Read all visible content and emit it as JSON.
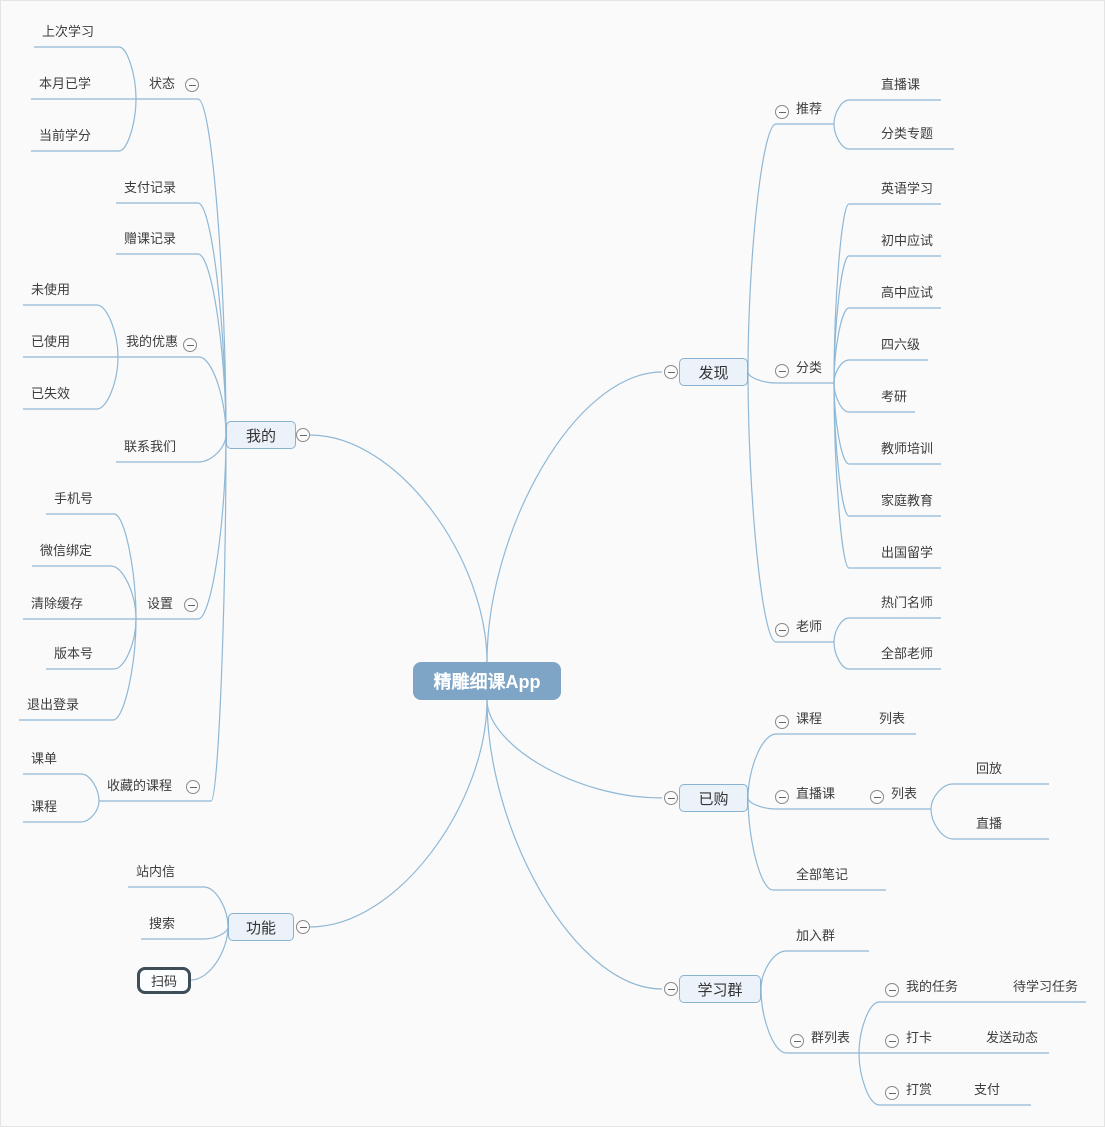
{
  "app": {
    "central_topic": "精雕细课App",
    "colors": {
      "canvas_bg": "#fafafa",
      "connector_line": "#8fb8d6",
      "central_bg": "#7ea5c5",
      "central_text": "#ffffff",
      "branch_box_bg": "#ebf2f9",
      "branch_box_border": "#88b2d0",
      "selected_node_border": "#3e4e59",
      "topic_text": "#3d3d3d"
    },
    "icons": {
      "collapse": "minus-circle-icon"
    }
  },
  "mindmap": {
    "nodes": [
      {
        "id": "root",
        "label": "精雕细课App",
        "kind": "central"
      },
      {
        "id": "mine",
        "label": "我的",
        "kind": "box",
        "parent": "root",
        "minus": true
      },
      {
        "id": "status",
        "label": "状态",
        "parent": "mine",
        "minus": true
      },
      {
        "id": "last-study",
        "label": "上次学习",
        "parent": "status"
      },
      {
        "id": "month-learned",
        "label": "本月已学",
        "parent": "status"
      },
      {
        "id": "current-credits",
        "label": "当前学分",
        "parent": "status"
      },
      {
        "id": "payment-records",
        "label": "支付记录",
        "parent": "mine"
      },
      {
        "id": "gift-records",
        "label": "赠课记录",
        "parent": "mine"
      },
      {
        "id": "my-coupons",
        "label": "我的优惠",
        "parent": "mine",
        "minus": true
      },
      {
        "id": "unused",
        "label": "未使用",
        "parent": "my-coupons"
      },
      {
        "id": "used",
        "label": "已使用",
        "parent": "my-coupons"
      },
      {
        "id": "expired",
        "label": "已失效",
        "parent": "my-coupons"
      },
      {
        "id": "contact-us",
        "label": "联系我们",
        "parent": "mine"
      },
      {
        "id": "settings",
        "label": "设置",
        "parent": "mine",
        "minus": true
      },
      {
        "id": "phone-number",
        "label": "手机号",
        "parent": "settings"
      },
      {
        "id": "wechat-binding",
        "label": "微信绑定",
        "parent": "settings"
      },
      {
        "id": "clear-cache",
        "label": "清除缓存",
        "parent": "settings"
      },
      {
        "id": "version-number",
        "label": "版本号",
        "parent": "settings"
      },
      {
        "id": "logout",
        "label": "退出登录",
        "parent": "settings"
      },
      {
        "id": "favorite-courses",
        "label": "收藏的课程",
        "parent": "mine",
        "minus": true
      },
      {
        "id": "course-sheet",
        "label": "课单",
        "parent": "favorite-courses"
      },
      {
        "id": "fav-course",
        "label": "课程",
        "parent": "favorite-courses"
      },
      {
        "id": "features",
        "label": "功能",
        "kind": "box",
        "parent": "root",
        "minus": true
      },
      {
        "id": "site-mail",
        "label": "站内信",
        "parent": "features"
      },
      {
        "id": "search",
        "label": "搜索",
        "parent": "features"
      },
      {
        "id": "scan-code",
        "label": "扫码",
        "kind": "selected",
        "parent": "features"
      },
      {
        "id": "discover",
        "label": "发现",
        "kind": "box",
        "parent": "root",
        "minus": true
      },
      {
        "id": "recommend",
        "label": "推荐",
        "parent": "discover",
        "minus": true
      },
      {
        "id": "live-course",
        "label": "直播课",
        "parent": "recommend"
      },
      {
        "id": "category-topics",
        "label": "分类专题",
        "parent": "recommend"
      },
      {
        "id": "categories",
        "label": "分类",
        "parent": "discover",
        "minus": true
      },
      {
        "id": "english-learning",
        "label": "英语学习",
        "parent": "categories"
      },
      {
        "id": "junior-exam",
        "label": "初中应试",
        "parent": "categories"
      },
      {
        "id": "senior-exam",
        "label": "高中应试",
        "parent": "categories"
      },
      {
        "id": "cet46",
        "label": "四六级",
        "parent": "categories"
      },
      {
        "id": "kaoyan",
        "label": "考研",
        "parent": "categories"
      },
      {
        "id": "teacher-training",
        "label": "教师培训",
        "parent": "categories"
      },
      {
        "id": "family-education",
        "label": "家庭教育",
        "parent": "categories"
      },
      {
        "id": "study-abroad",
        "label": "出国留学",
        "parent": "categories"
      },
      {
        "id": "teachers",
        "label": "老师",
        "parent": "discover",
        "minus": true
      },
      {
        "id": "hot-teachers",
        "label": "热门名师",
        "parent": "teachers"
      },
      {
        "id": "all-teachers",
        "label": "全部老师",
        "parent": "teachers"
      },
      {
        "id": "purchased",
        "label": "已购",
        "kind": "box",
        "parent": "root",
        "minus": true
      },
      {
        "id": "purchased-courses",
        "label": "课程",
        "parent": "purchased",
        "minus": true
      },
      {
        "id": "course-list",
        "label": "列表",
        "parent": "purchased-courses"
      },
      {
        "id": "purchased-live",
        "label": "直播课",
        "parent": "purchased",
        "minus": true
      },
      {
        "id": "live-list",
        "label": "列表",
        "parent": "purchased-live",
        "minus": true
      },
      {
        "id": "replay",
        "label": "回放",
        "parent": "live-list"
      },
      {
        "id": "live",
        "label": "直播",
        "parent": "live-list"
      },
      {
        "id": "all-notes",
        "label": "全部笔记",
        "parent": "purchased"
      },
      {
        "id": "study-group",
        "label": "学习群",
        "kind": "box",
        "parent": "root",
        "minus": true
      },
      {
        "id": "join-group",
        "label": "加入群",
        "parent": "study-group"
      },
      {
        "id": "group-list",
        "label": "群列表",
        "parent": "study-group",
        "minus": true
      },
      {
        "id": "my-tasks",
        "label": "我的任务",
        "parent": "group-list",
        "minus": true
      },
      {
        "id": "todo-tasks",
        "label": "待学习任务",
        "parent": "my-tasks"
      },
      {
        "id": "check-in",
        "label": "打卡",
        "parent": "group-list",
        "minus": true
      },
      {
        "id": "send-update",
        "label": "发送动态",
        "parent": "check-in"
      },
      {
        "id": "reward",
        "label": "打赏",
        "parent": "group-list",
        "minus": true
      },
      {
        "id": "pay",
        "label": "支付",
        "parent": "reward"
      }
    ]
  }
}
